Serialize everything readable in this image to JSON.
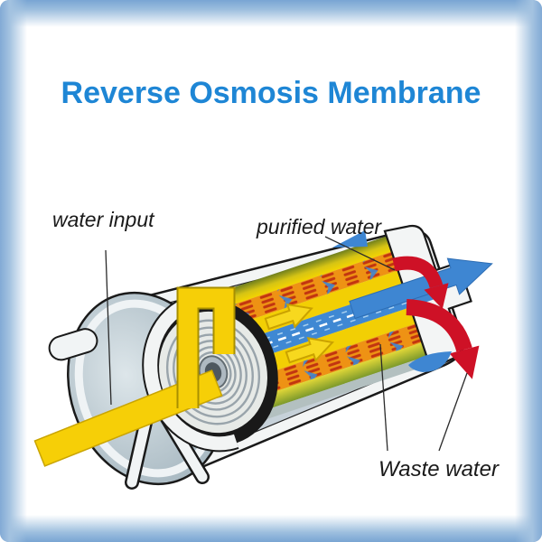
{
  "frame": {
    "border_color": "#7fa7d3"
  },
  "title": {
    "text": "Reverse Osmosis Membrane",
    "color": "#1e86d5"
  },
  "diagram": {
    "labels": {
      "water_input": "water input",
      "purified_water": "purified water",
      "waste_water": "Waste water"
    },
    "colors": {
      "feed_yellow": "#f6cf07",
      "purified_blue": "#3e86d2",
      "waste_red": "#ce1126",
      "housing_gray": "#c6d1d9",
      "membrane_orange": "#ee9214",
      "membrane_dash_red": "#c23510",
      "spiral_wrap_black": "#191919",
      "outline_black": "#1a1a1a"
    }
  }
}
